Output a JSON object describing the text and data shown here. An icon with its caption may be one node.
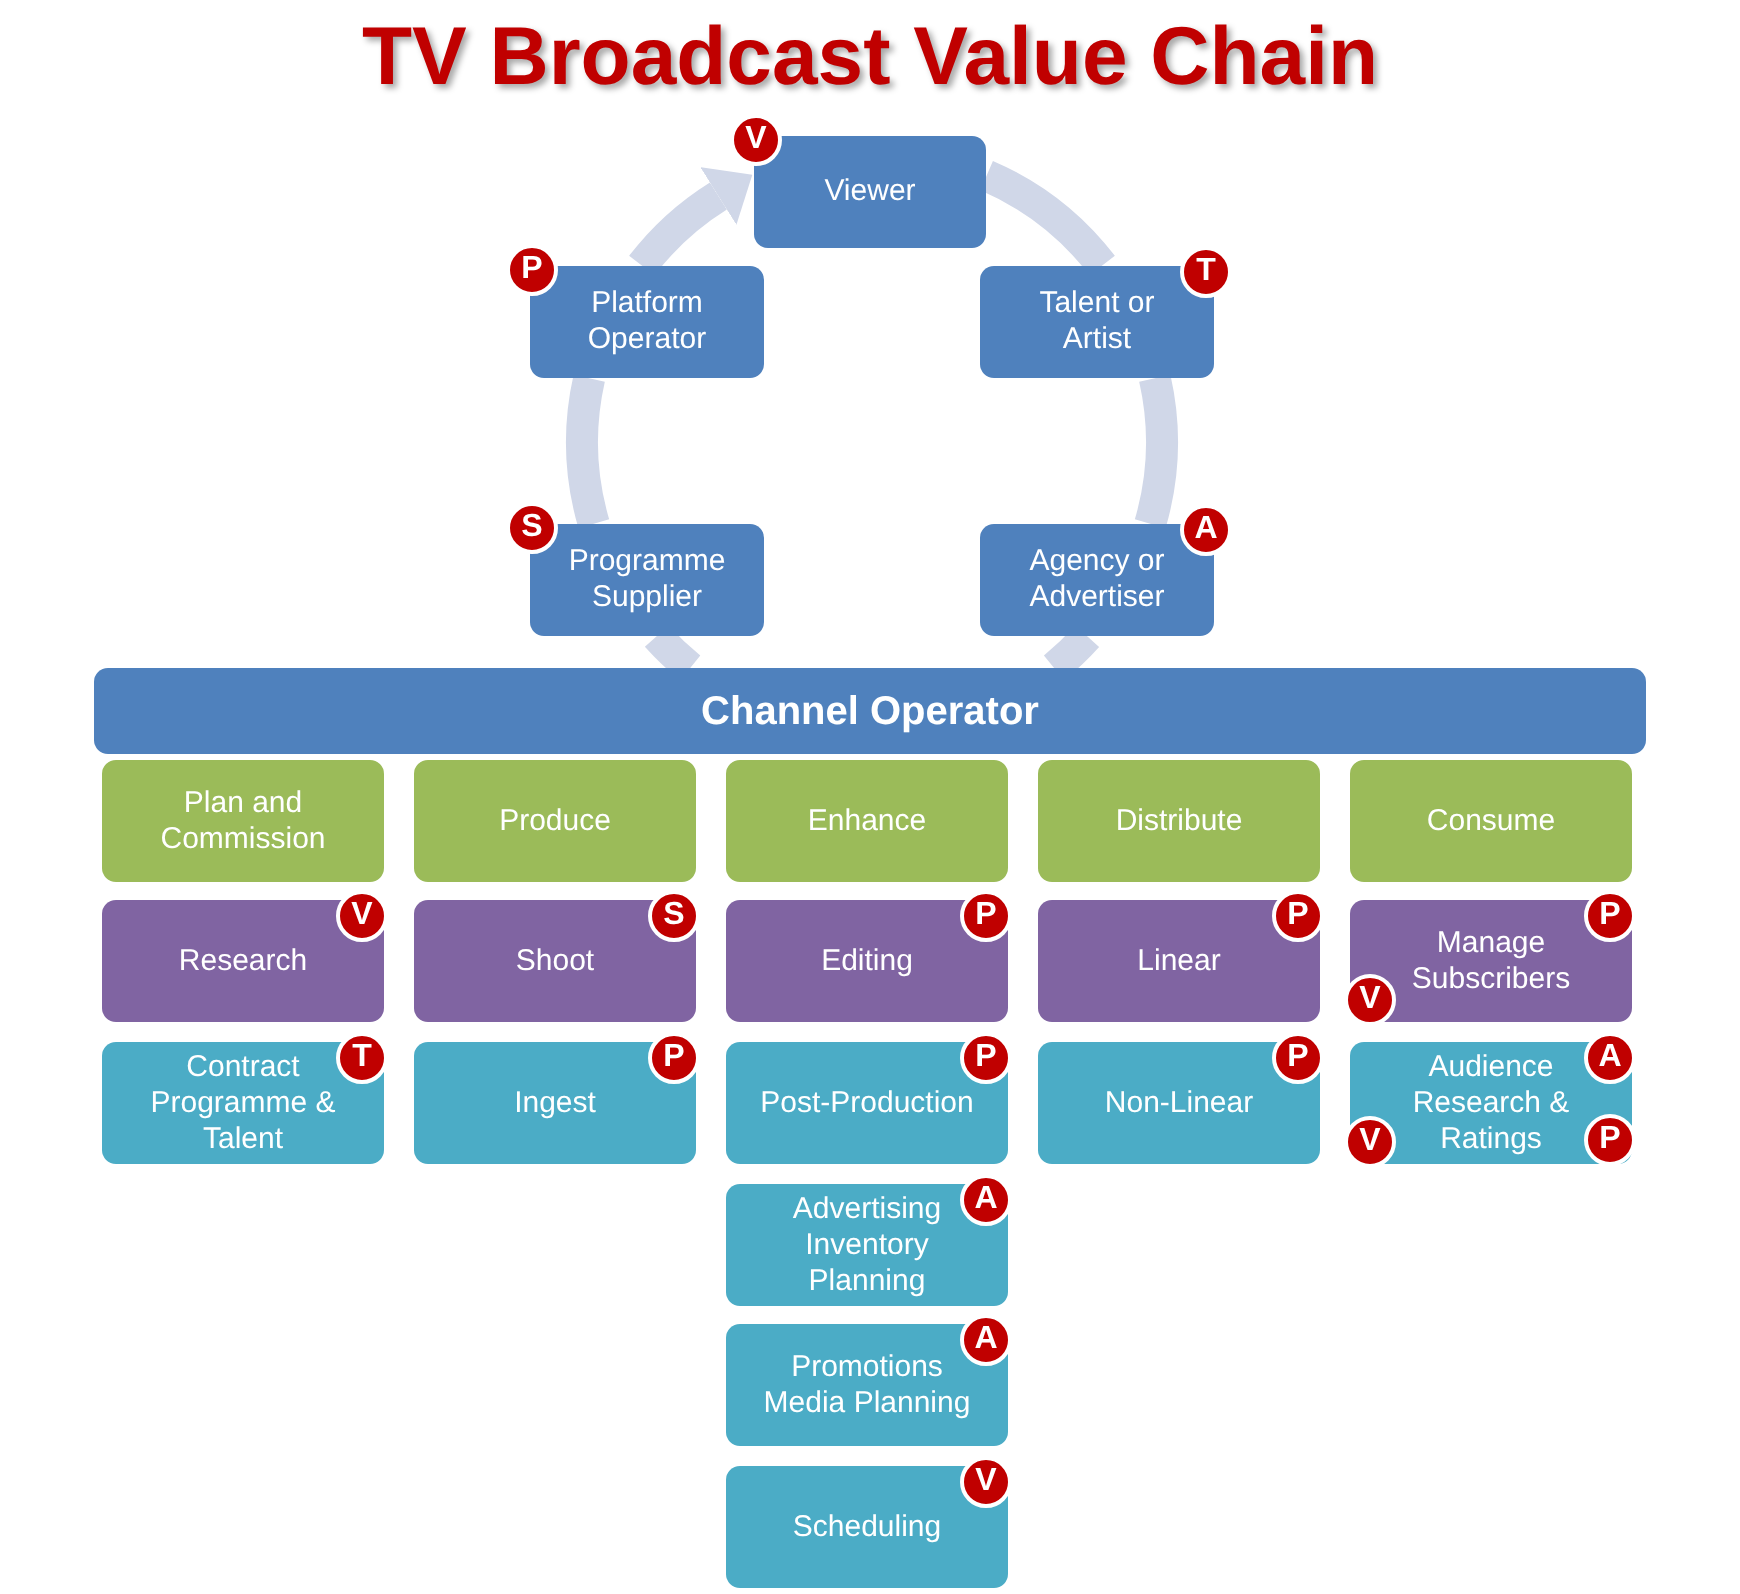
{
  "diagram": {
    "title": "TV Broadcast Value Chain",
    "nodes": [
      {
        "text": [
          "Viewer",
          "V"
        ]
      },
      {
        "text": [
          "Platform Operator",
          "P"
        ]
      },
      {
        "text": [
          "Talent or Artist",
          "T"
        ]
      },
      {
        "text": [
          "Programme Supplier",
          "S"
        ]
      },
      {
        "text": [
          "Agency or Advertiser",
          "A"
        ]
      },
      {
        "text": [
          "Channel Operator"
        ]
      },
      {
        "text": [
          "Plan and Commission"
        ]
      },
      {
        "text": [
          "Produce"
        ]
      },
      {
        "text": [
          "Enhance"
        ]
      },
      {
        "text": [
          "Distribute"
        ]
      },
      {
        "text": [
          "Consume"
        ]
      },
      {
        "text": [
          "Research",
          "V"
        ]
      },
      {
        "text": [
          "Shoot",
          "S"
        ]
      },
      {
        "text": [
          "Editing",
          "P"
        ]
      },
      {
        "text": [
          "Linear",
          "P"
        ]
      },
      {
        "text": [
          "Manage Subscribers",
          "P",
          "V"
        ]
      },
      {
        "text": [
          "Contract Programme & Talent",
          "T"
        ]
      },
      {
        "text": [
          "Ingest",
          "P"
        ]
      },
      {
        "text": [
          "Post-Production",
          "P"
        ]
      },
      {
        "text": [
          "Non-Linear",
          "P"
        ]
      },
      {
        "text": [
          "Audience Research & Ratings",
          "A",
          "V",
          "P"
        ]
      },
      {
        "text": [
          "Advertising Inventory Planning",
          "A"
        ]
      },
      {
        "text": [
          "Promotions Media Planning",
          "A"
        ]
      },
      {
        "text": [
          "Scheduling",
          "V"
        ]
      }
    ],
    "edges": [
      {
        "from": 3,
        "to": 1,
        "arrow": "none"
      },
      {
        "from": 1,
        "to": 0,
        "arrow": "to"
      },
      {
        "from": 0,
        "to": 2,
        "arrow": "none"
      },
      {
        "from": 2,
        "to": 4,
        "arrow": "none"
      },
      {
        "from": 4,
        "to": 5,
        "arrow": "none"
      },
      {
        "from": 5,
        "to": 3,
        "arrow": "none"
      }
    ]
  }
}
